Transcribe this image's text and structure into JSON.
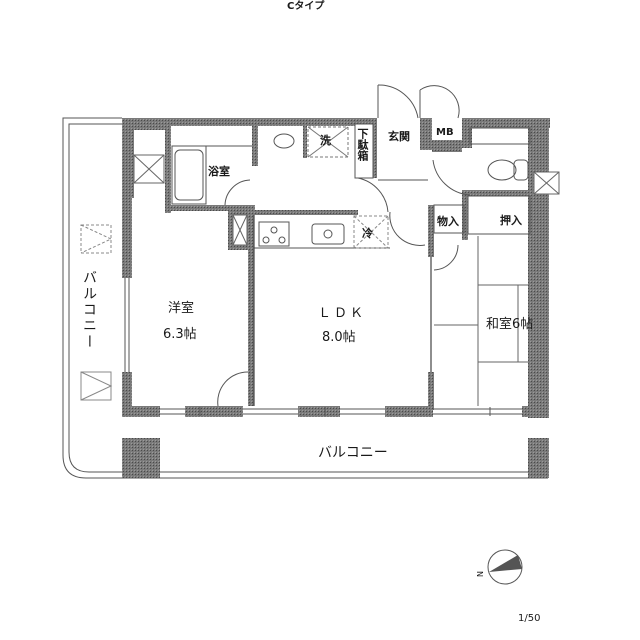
{
  "header": {
    "title": "Cタイプ"
  },
  "footer": {
    "scale": "1/50",
    "compass_label": "N"
  },
  "rooms": {
    "bath": "浴室",
    "washer": "洗",
    "shoe_box": "下駄箱",
    "entrance": "玄関",
    "meter_box": "MB",
    "storage": "物入",
    "closet": "押入",
    "fridge": "冷",
    "western_room_name": "洋室",
    "western_room_size": "6.3帖",
    "ldk_name": "ＬＤＫ",
    "ldk_size": "8.0帖",
    "japanese_room": "和室6帖",
    "balcony_side": "バルコニー",
    "balcony_south": "バルコニー"
  },
  "colors": {
    "wall": "#6e6e6e",
    "line": "#333333",
    "background": "#ffffff"
  }
}
